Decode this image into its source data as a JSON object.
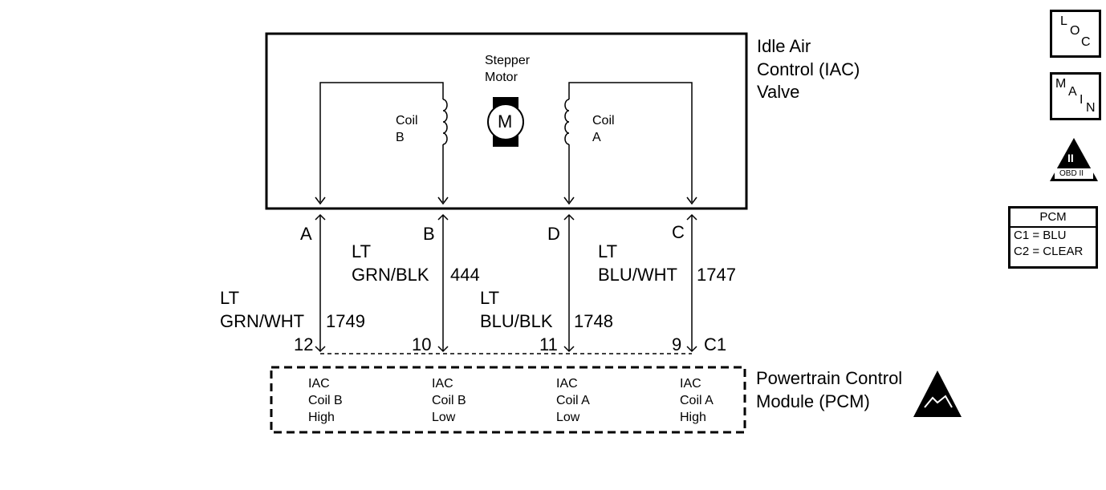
{
  "valve": {
    "title": "Idle Air\nControl (IAC)\nValve",
    "motor_label": "Stepper\nMotor",
    "motor_symbol": "M",
    "coil_b": "Coil\nB",
    "coil_a": "Coil\nA"
  },
  "pins": {
    "a": "A",
    "b": "B",
    "d": "D",
    "c": "C"
  },
  "wires": [
    {
      "color": "LT\nGRN/WHT",
      "circuit": "1749",
      "pcm_pin": "12"
    },
    {
      "color": "LT\nGRN/BLK",
      "circuit": "444",
      "pcm_pin": "10"
    },
    {
      "color": "LT\nBLU/BLK",
      "circuit": "1748",
      "pcm_pin": "11"
    },
    {
      "color": "LT\nBLU/WHT",
      "circuit": "1747",
      "pcm_pin": "9"
    }
  ],
  "connector": "C1",
  "pcm": {
    "title": "Powertrain Control\nModule (PCM)",
    "terminals": [
      "IAC\nCoil B\nHigh",
      "IAC\nCoil B\nLow",
      "IAC\nCoil A\nLow",
      "IAC\nCoil A\nHigh"
    ]
  },
  "side_icons": {
    "loc": {
      "l": "L",
      "o": "O",
      "c": "C"
    },
    "main": {
      "m": "M",
      "a": "A",
      "i": "I",
      "n": "N"
    },
    "obd": {
      "roman": "II",
      "text": "OBD II"
    }
  },
  "pcm_legend": {
    "title": "PCM",
    "rows": [
      "C1 = BLU",
      "C2 = CLEAR"
    ]
  }
}
